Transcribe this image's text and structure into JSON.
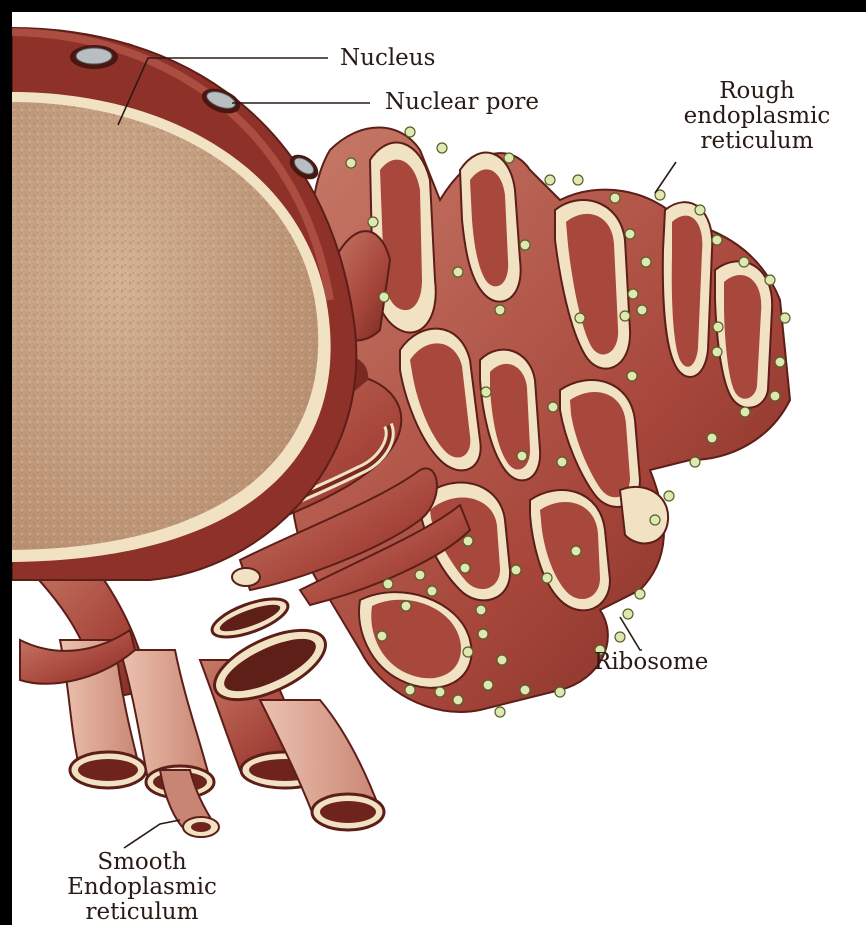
{
  "labels": {
    "nucleus": "Nucleus",
    "nuclear_pore": "Nuclear pore",
    "rough_er": [
      "Rough",
      "endoplasmic",
      "reticulum"
    ],
    "ribosome": "Ribosome",
    "smooth_er": [
      "Smooth",
      "Endoplasmic",
      "reticulum"
    ]
  },
  "colors": {
    "background": "#000000",
    "panel": "#ffffff",
    "membrane_dark": "#7a2a22",
    "membrane": "#a8473c",
    "membrane_light": "#d9a08f",
    "lumen": "#f2e2c4",
    "nucleoplasm": "#c8a386",
    "ribosome": "#dfe8b0",
    "pore": "#9aa0a6",
    "text": "#2a1a14"
  }
}
